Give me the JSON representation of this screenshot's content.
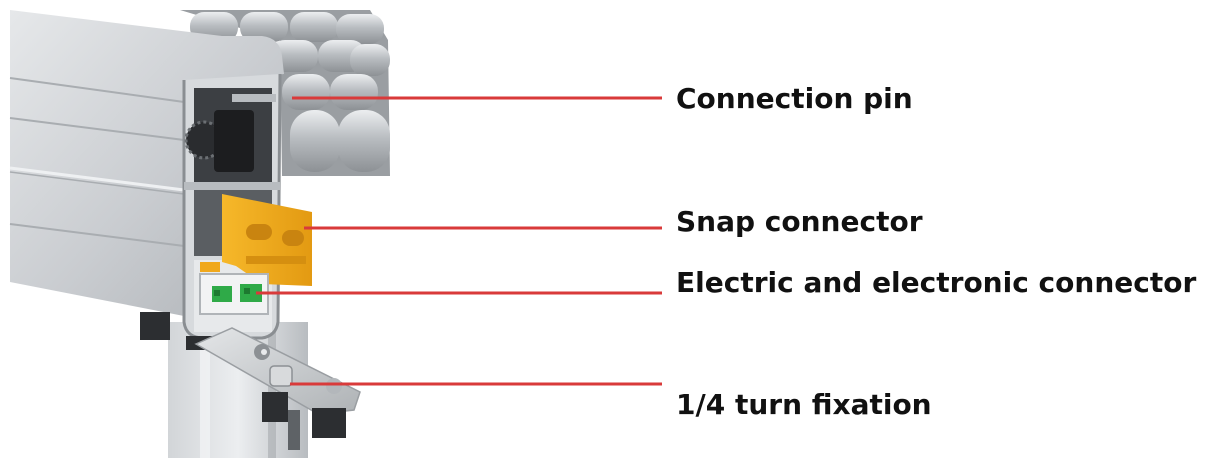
{
  "callouts": [
    {
      "label": "Connection pin"
    },
    {
      "label": "Snap connector"
    },
    {
      "label": "Electric and electronic connector"
    },
    {
      "label": "1/4 turn fixation"
    }
  ],
  "colors": {
    "leader_line": "#d93a3a",
    "label_text": "#111111",
    "aluminium": "#c4c8cc",
    "snap_connector": "#f0a81c",
    "terminal_block": "#2faa48"
  },
  "illustration": {
    "subject": "conveyor-beam-cross-section-icon"
  }
}
